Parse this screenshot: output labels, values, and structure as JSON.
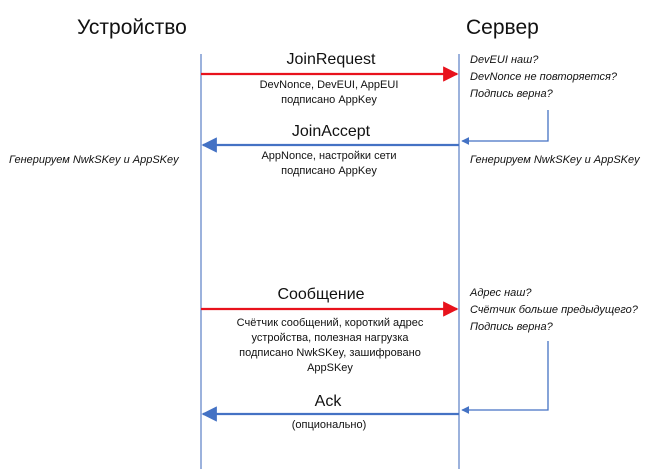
{
  "actors": {
    "device": "Устройство",
    "server": "Сервер"
  },
  "colors": {
    "request_arrow": "#e8121c",
    "response_arrow": "#4472c4",
    "lifeline": "#5b7fc6",
    "note_connector": "#4472c4"
  },
  "messages": {
    "join_request": {
      "title": "JoinRequest",
      "line1": "DevNonce, DevEUI, AppEUI",
      "line2": "подписано AppKey"
    },
    "join_accept": {
      "title": "JoinAccept",
      "line1": "AppNonce, настройки сети",
      "line2": "подписано AppKey"
    },
    "message": {
      "title": "Сообщение",
      "line1": "Счётчик сообщений, короткий адрес",
      "line2": "устройства, полезная нагрузка",
      "line3": "подписано NwkSKey, зашифровано",
      "line4": "AppSKey"
    },
    "ack": {
      "title": "Ack",
      "line1": "(опционально)"
    }
  },
  "notes": {
    "server_join_checks": [
      "DevEUI наш?",
      "DevNonce не повторяется?",
      "Подпись верна?"
    ],
    "device_generate": "Генерируем NwkSKey и AppSKey",
    "server_generate": "Генерируем NwkSKey и AppSKey",
    "server_message_checks": [
      "Адрес наш?",
      "Счётчик больше предыдущего?",
      "Подпись верна?"
    ]
  }
}
